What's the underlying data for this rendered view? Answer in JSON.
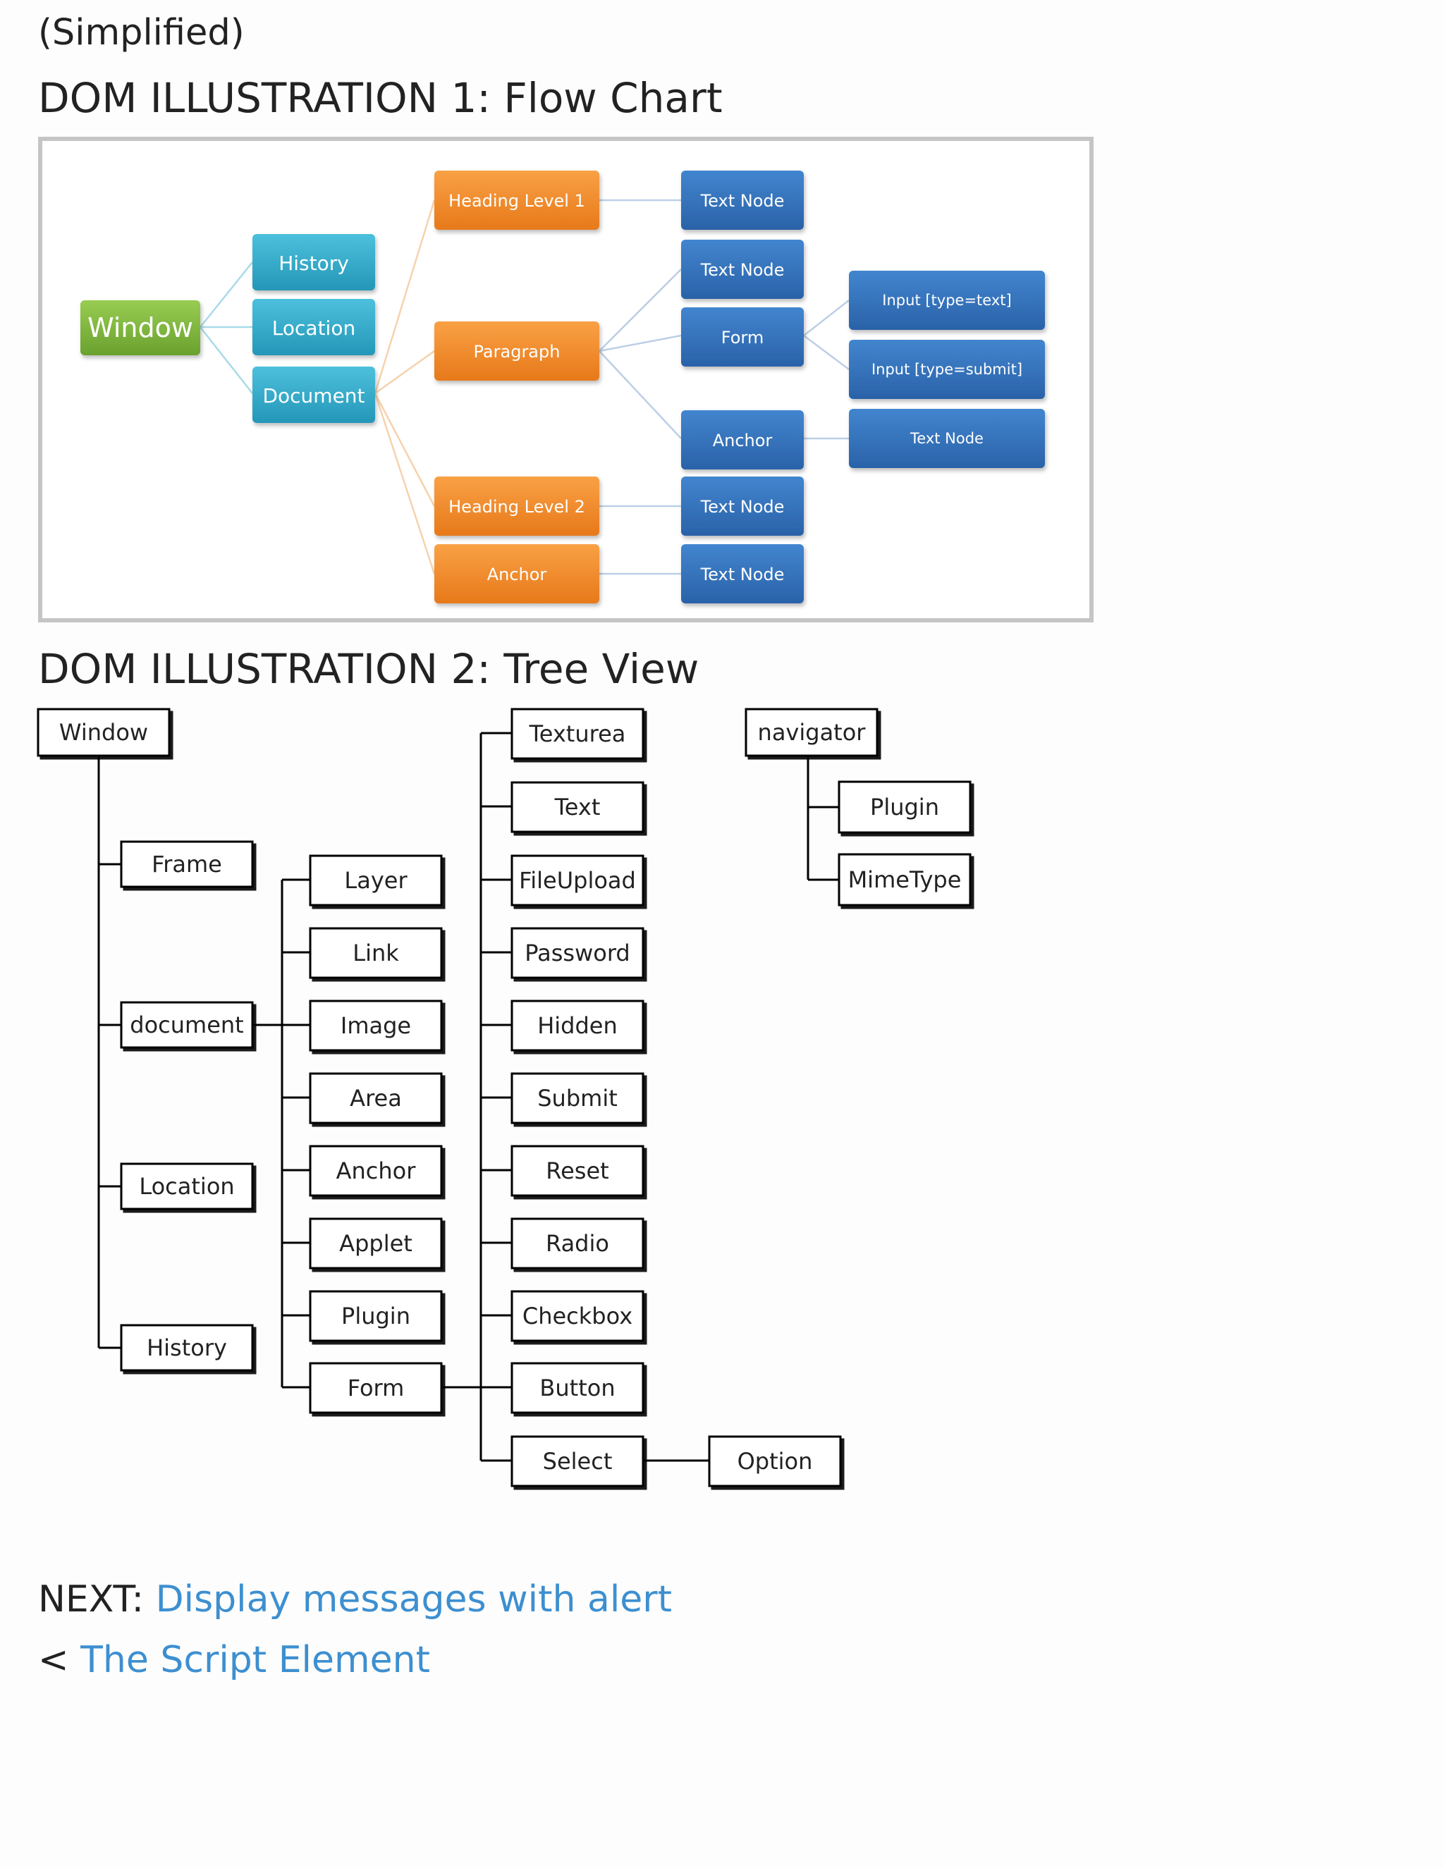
{
  "subtitle": "(Simplified)",
  "illustration1": {
    "heading": "DOM ILLUSTRATION 1: Flow Chart",
    "colors": {
      "green": "#7cb33b",
      "cyan": "#2eaac9",
      "orange": "#f08a1f",
      "blue": "#2e6fba",
      "line_cyan": "#9fd6e6",
      "line_orange": "#f5cfa8",
      "line_blue": "#b9cde6"
    },
    "nodes": {
      "window": "Window",
      "history": "History",
      "location": "Location",
      "document": "Document",
      "heading1": "Heading Level 1",
      "paragraph": "Paragraph",
      "heading2": "Heading Level 2",
      "anchor_orange": "Anchor",
      "text_node_1": "Text Node",
      "text_node_2": "Text Node",
      "form": "Form",
      "anchor_blue": "Anchor",
      "text_node_3": "Text Node",
      "text_node_4": "Text Node",
      "input_text": "Input [type=text]",
      "input_submit": "Input [type=submit]",
      "text_node_5": "Text Node"
    }
  },
  "illustration2": {
    "heading": "DOM ILLUSTRATION 2: Tree View",
    "nodes": {
      "window": "Window",
      "frame": "Frame",
      "document": "document",
      "location": "Location",
      "history": "History",
      "layer": "Layer",
      "link": "Link",
      "image": "Image",
      "area": "Area",
      "anchor": "Anchor",
      "applet": "Applet",
      "plugin": "Plugin",
      "form": "Form",
      "texturea": "Texturea",
      "text": "Text",
      "fileupload": "FileUpload",
      "password": "Password",
      "hidden": "Hidden",
      "submit": "Submit",
      "reset": "Reset",
      "radio": "Radio",
      "checkbox": "Checkbox",
      "button": "Button",
      "select": "Select",
      "option": "Option",
      "navigator": "navigator",
      "nav_plugin": "Plugin",
      "mimetype": "MimeType"
    }
  },
  "navigation": {
    "next_label": "NEXT:",
    "next_link": "Display messages with alert",
    "back_symbol": "<",
    "back_link": "The Script Element"
  }
}
